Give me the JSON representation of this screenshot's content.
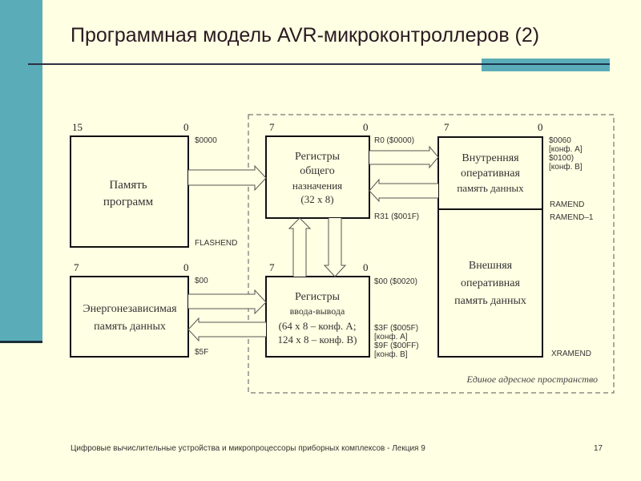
{
  "slide": {
    "title": "Программная модель AVR-микроконтроллеров (2)",
    "footer": "Цифровые вычислительные устройства и микропроцессоры приборных комплексов - Лекция 9",
    "page_number": "17"
  },
  "colors": {
    "background": "#ffffe3",
    "accent_teal": "#5aadb8",
    "rule_dark": "#2d2f44"
  },
  "diagram": {
    "program_memory": {
      "bit_high": "15",
      "bit_low": "0",
      "label_line1": "Память",
      "label_line2": "программ",
      "addr_start": "$0000",
      "addr_end": "FLASHEND"
    },
    "eeprom": {
      "bit_high": "7",
      "bit_low": "0",
      "label_line1": "Энергонезависимая",
      "label_line2": "память данных",
      "addr_start": "$00",
      "addr_end": "$5F"
    },
    "gp_registers": {
      "bit_high": "7",
      "bit_low": "0",
      "label_line1": "Регистры",
      "label_line2": "общего",
      "label_line3": "назначения",
      "label_line4": "(32 x 8)",
      "addr_start": "R0 ($0000)",
      "addr_end": "R31 ($001F)"
    },
    "io_registers": {
      "bit_high": "7",
      "bit_low": "0",
      "label_line1": "Регистры",
      "label_line2": "ввода-вывода",
      "label_line3": "(64 x 8 – конф. A;",
      "label_line4": "124 x 8 – конф. B)",
      "addr_start": "$00 ($0020)",
      "addr_end_1": "$3F ($005F)",
      "addr_end_2": "[конф. A]",
      "addr_end_3": "$9F ($00FF)",
      "addr_end_4": "[конф. B]"
    },
    "internal_sram": {
      "bit_high": "7",
      "bit_low": "0",
      "label_line1": "Внутренняя",
      "label_line2": "оперативная",
      "label_line3": "память данных",
      "addr_1": "$0060",
      "addr_2": "[конф. A]",
      "addr_3": "$0100)",
      "addr_4": "[конф. B]",
      "addr_end": "RAMEND",
      "addr_next": "RAMEND–1"
    },
    "external_sram": {
      "label_line1": "Внешняя",
      "label_line2": "оперативная",
      "label_line3": "память данных",
      "addr_end": "XRAMEND"
    },
    "unified_space_label": "Единое адресное пространство"
  }
}
